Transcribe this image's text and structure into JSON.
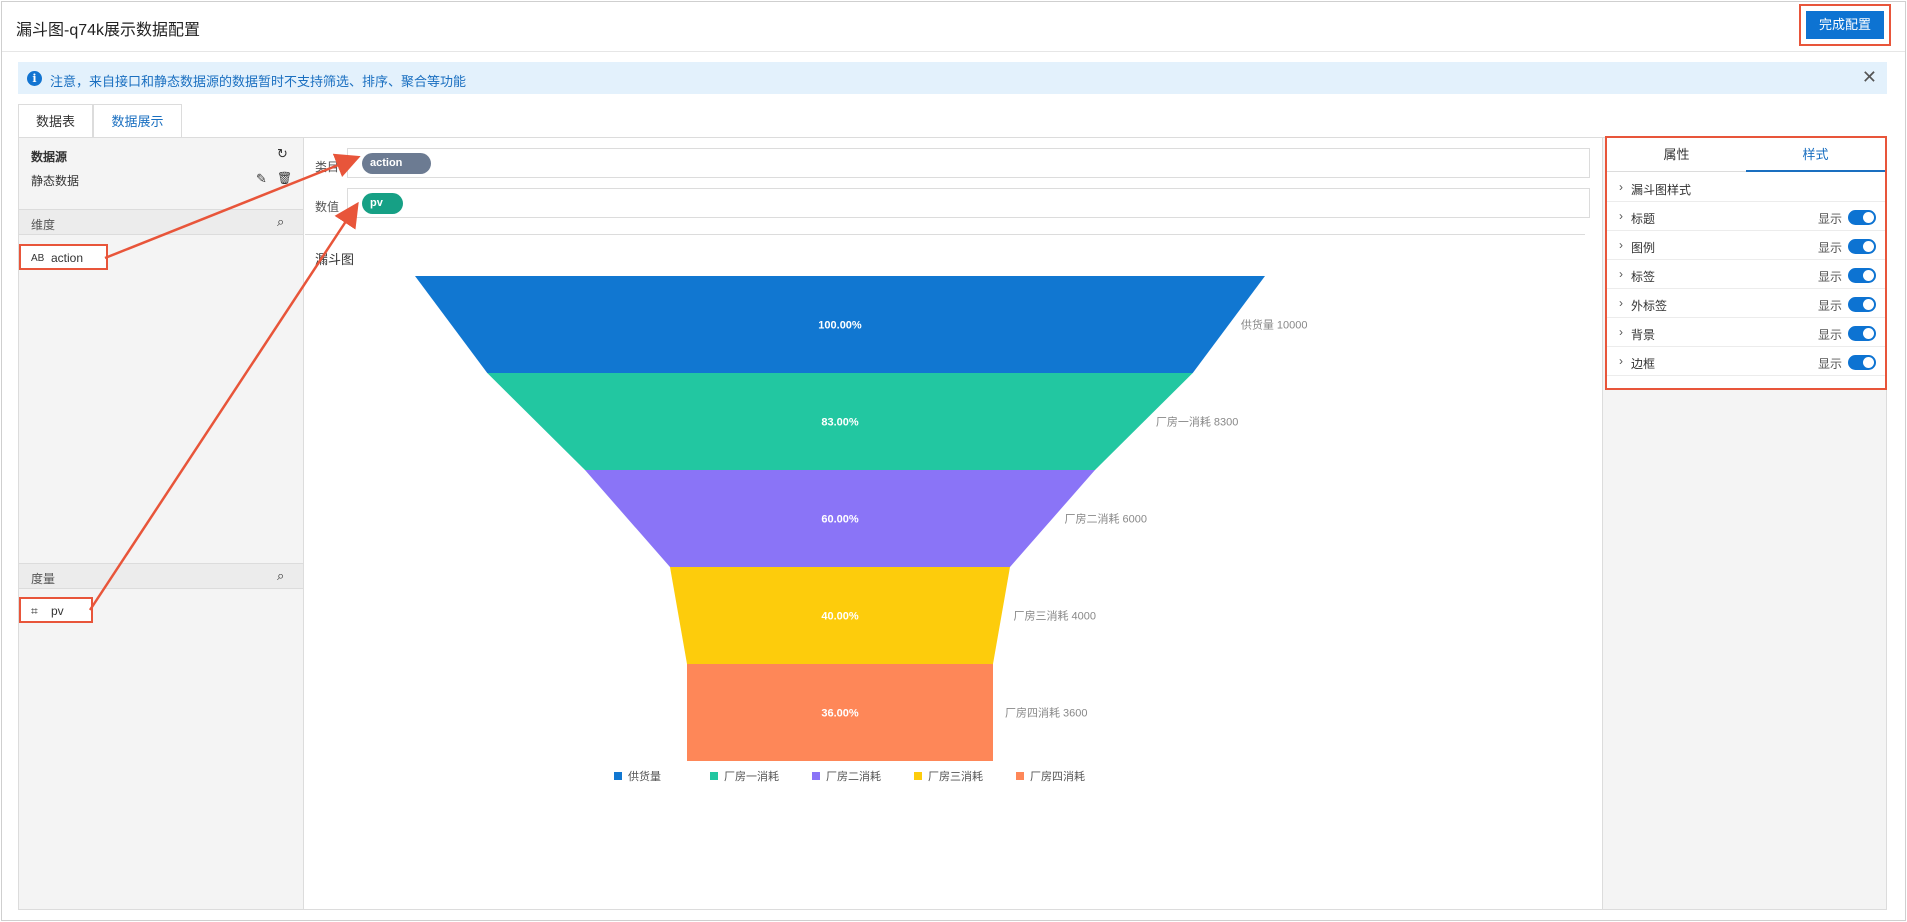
{
  "header": {
    "title": "漏斗图-q74k展示数据配置",
    "done_label": "完成配置"
  },
  "notice": {
    "text": "注意，来自接口和静态数据源的数据暂时不支持筛选、排序、聚合等功能",
    "close": "✕",
    "info": "i"
  },
  "tabs": [
    {
      "label": "数据表"
    },
    {
      "label": "数据展示"
    }
  ],
  "left": {
    "datasource_title": "数据源",
    "datasource_value": "静态数据",
    "dimension_title": "维度",
    "dimension_field": {
      "type_icon": "AB",
      "name": "action"
    },
    "measure_title": "度量",
    "measure_field": {
      "type_icon": "⌗",
      "name": "pv"
    }
  },
  "center": {
    "category_label": "类目",
    "category_pill": "action",
    "value_label": "数值",
    "value_pill": "pv",
    "chart_title": "漏斗图"
  },
  "right": {
    "tabs": [
      {
        "label": "属性"
      },
      {
        "label": "样式"
      }
    ],
    "rows": [
      {
        "label": "漏斗图样式",
        "show": ""
      },
      {
        "label": "标题",
        "show": "显示"
      },
      {
        "label": "图例",
        "show": "显示"
      },
      {
        "label": "标签",
        "show": "显示"
      },
      {
        "label": "外标签",
        "show": "显示"
      },
      {
        "label": "背景",
        "show": "显示"
      },
      {
        "label": "边框",
        "show": "显示"
      }
    ]
  },
  "colors": {
    "accent": "#0d73d2",
    "highlight": "#e8553a",
    "category_pill": "#6c7b92",
    "value_pill": "#16a085"
  },
  "chart_data": {
    "type": "funnel",
    "title": "漏斗图",
    "stages": [
      {
        "name": "供货量",
        "value": 10000,
        "percent": "100.00%",
        "color": "#1177d1"
      },
      {
        "name": "厂房一消耗",
        "value": 8300,
        "percent": "83.00%",
        "color": "#22c7a1"
      },
      {
        "name": "厂房二消耗",
        "value": 6000,
        "percent": "60.00%",
        "color": "#8a74f7"
      },
      {
        "name": "厂房三消耗",
        "value": 4000,
        "percent": "40.00%",
        "color": "#fdcc0c"
      },
      {
        "name": "厂房四消耗",
        "value": 3600,
        "percent": "36.00%",
        "color": "#fe8758"
      }
    ],
    "legend": [
      "供货量",
      "厂房一消耗",
      "厂房二消耗",
      "厂房三消耗",
      "厂房四消耗"
    ]
  }
}
